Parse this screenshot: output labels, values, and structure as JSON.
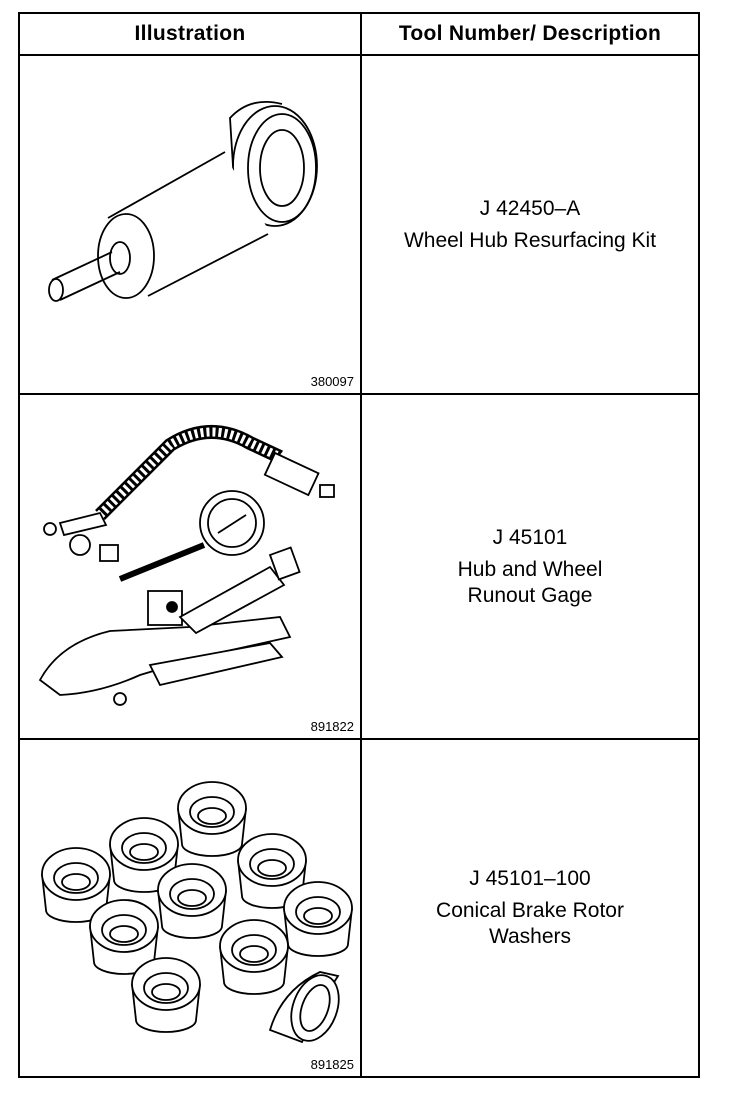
{
  "header": {
    "col1": "Illustration",
    "col2": "Tool Number/ Description"
  },
  "rows": [
    {
      "tool_number": "J 42450–A",
      "description": [
        "Wheel Hub Resurfacing Kit"
      ],
      "figure": "380097"
    },
    {
      "tool_number": "J 45101",
      "description": [
        "Hub and Wheel",
        "Runout Gage"
      ],
      "figure": "891822"
    },
    {
      "tool_number": "J 45101–100",
      "description": [
        "Conical Brake Rotor",
        "Washers"
      ],
      "figure": "891825"
    }
  ]
}
